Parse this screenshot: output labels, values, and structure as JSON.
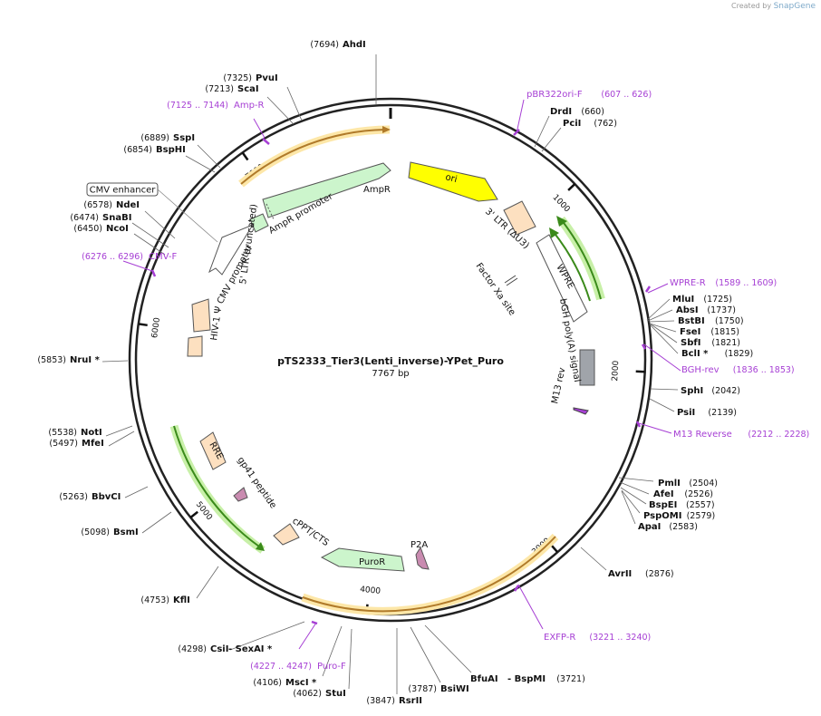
{
  "credit": {
    "prefix": "Created by",
    "brand": "SnapGene"
  },
  "plasmid": {
    "name": "pTS2333_Tier3(Lenti_inverse)-YPet_Puro",
    "length_label": "7767 bp",
    "length": 7767
  },
  "colors": {
    "primer": "#a63fd4",
    "ori": "#ffff00",
    "promoter": "#ccf5cc",
    "ltr": "#fde0c0",
    "polyA": "#a0a4aa",
    "peptide": "#c98bb0",
    "orf_arrow": "#e8a33a",
    "orf_green": "#7ccf3a"
  },
  "ticks": [
    {
      "bp": 1000,
      "label": "1000"
    },
    {
      "bp": 2000,
      "label": "2000"
    },
    {
      "bp": 3000,
      "label": "3000"
    },
    {
      "bp": 4000,
      "label": "4000"
    },
    {
      "bp": 5000,
      "label": "5000"
    },
    {
      "bp": 6000,
      "label": "6000"
    },
    {
      "bp": 7000,
      "label": "7000"
    }
  ],
  "enzymes": [
    {
      "name": "AhdI",
      "pos": "(7694)"
    },
    {
      "name": "PvuI",
      "pos": "(7325)"
    },
    {
      "name": "ScaI",
      "pos": "(7213)"
    },
    {
      "name": "SspI",
      "pos": "(6889)"
    },
    {
      "name": "BspHI",
      "pos": "(6854)"
    },
    {
      "name": "NdeI",
      "pos": "(6578)"
    },
    {
      "name": "SnaBI",
      "pos": "(6474)"
    },
    {
      "name": "NcoI",
      "pos": "(6450)"
    },
    {
      "name": "NruI *",
      "pos": "(5853)"
    },
    {
      "name": "NotI",
      "pos": "(5538)"
    },
    {
      "name": "MfeI",
      "pos": "(5497)"
    },
    {
      "name": "BbvCI",
      "pos": "(5263)"
    },
    {
      "name": "BsmI",
      "pos": "(5098)"
    },
    {
      "name": "KflI",
      "pos": "(4753)"
    },
    {
      "name": "CsiI",
      "pos": "(4298)"
    },
    {
      "name": "- SexAI *",
      "pos": ""
    },
    {
      "name": "MscI *",
      "pos": "(4106)"
    },
    {
      "name": "StuI",
      "pos": "(4062)"
    },
    {
      "name": "RsrII",
      "pos": "(3847)"
    },
    {
      "name": "BsiWI",
      "pos": "(3787)"
    },
    {
      "name": "BfuAI",
      "pos": ""
    },
    {
      "name": "- BspMI",
      "pos": "(3721)"
    },
    {
      "name": "AvrII",
      "pos": "(2876)"
    },
    {
      "name": "PmlI",
      "pos": "(2504)"
    },
    {
      "name": "AfeI",
      "pos": "(2526)"
    },
    {
      "name": "BspEI",
      "pos": "(2557)"
    },
    {
      "name": "PspOMI",
      "pos": "(2579)"
    },
    {
      "name": "ApaI",
      "pos": "(2583)"
    },
    {
      "name": "SphI",
      "pos": "(2042)"
    },
    {
      "name": "PsiI",
      "pos": "(2139)"
    },
    {
      "name": "MluI",
      "pos": "(1725)"
    },
    {
      "name": "AbsI",
      "pos": "(1737)"
    },
    {
      "name": "BstBI",
      "pos": "(1750)"
    },
    {
      "name": "FseI",
      "pos": "(1815)"
    },
    {
      "name": "SbfI",
      "pos": "(1821)"
    },
    {
      "name": "BclI *",
      "pos": "(1829)"
    },
    {
      "name": "DrdI",
      "pos": "(660)"
    },
    {
      "name": "PciI",
      "pos": "(762)"
    }
  ],
  "primers": [
    {
      "name": "Amp-R",
      "range": "(7125 .. 7144)"
    },
    {
      "name": "pBR322ori-F",
      "range": "(607 .. 626)"
    },
    {
      "name": "CMV-F",
      "range": "(6276 .. 6296)"
    },
    {
      "name": "WPRE-R",
      "range": "(1589 .. 1609)"
    },
    {
      "name": "BGH-rev",
      "range": "(1836 .. 1853)"
    },
    {
      "name": "M13 Reverse",
      "range": "(2212 .. 2228)"
    },
    {
      "name": "EXFP-R",
      "range": "(3221 .. 3240)"
    },
    {
      "name": "Puro-F",
      "range": "(4227 .. 4247)"
    }
  ],
  "features": {
    "cmv_enhancer": "CMV enhancer",
    "ampr": "AmpR",
    "ampr_promoter": "AmpR promoter",
    "ori": "ori",
    "ltr3": "3' LTR (ΔU3)",
    "wpre": "WPRE",
    "bgh": "bGH poly(A) signal",
    "factor_xa": "Factor Xa site",
    "m13rev": "M13 rev",
    "cmv_promoter": "CMV promoter",
    "hiv_psi": "HIV-1 Ψ",
    "ltr5": "5' LTR (truncated)",
    "rre": "RRE",
    "gp41": "gp41 peptide",
    "cppt": "cPPT/CTS",
    "p2a": "P2A",
    "puror": "PuroR"
  }
}
